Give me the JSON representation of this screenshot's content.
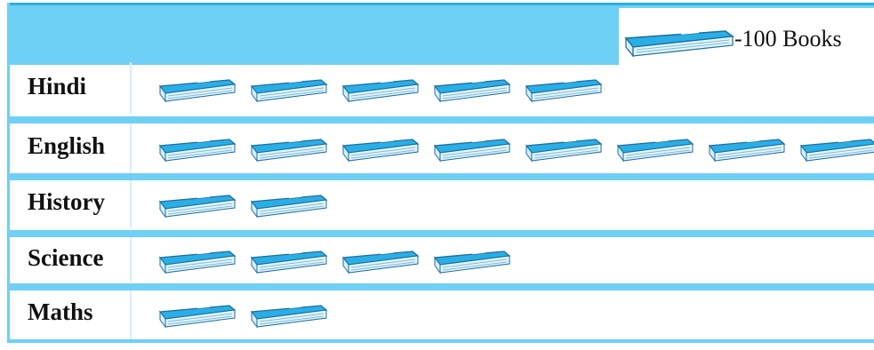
{
  "chart_data": {
    "type": "pictograph",
    "key": {
      "icon": "book-icon",
      "label": "-100  Books",
      "value_per_icon": 100
    },
    "categories": [
      "Hindi",
      "English",
      "History",
      "Science",
      "Maths"
    ],
    "icon_counts": [
      5,
      8,
      2,
      4,
      2
    ],
    "values": [
      500,
      800,
      200,
      400,
      200
    ]
  },
  "colors": {
    "band": "#6fd0f5",
    "book_cover": "#2aaee6",
    "book_pages": "#e3f5fc"
  }
}
